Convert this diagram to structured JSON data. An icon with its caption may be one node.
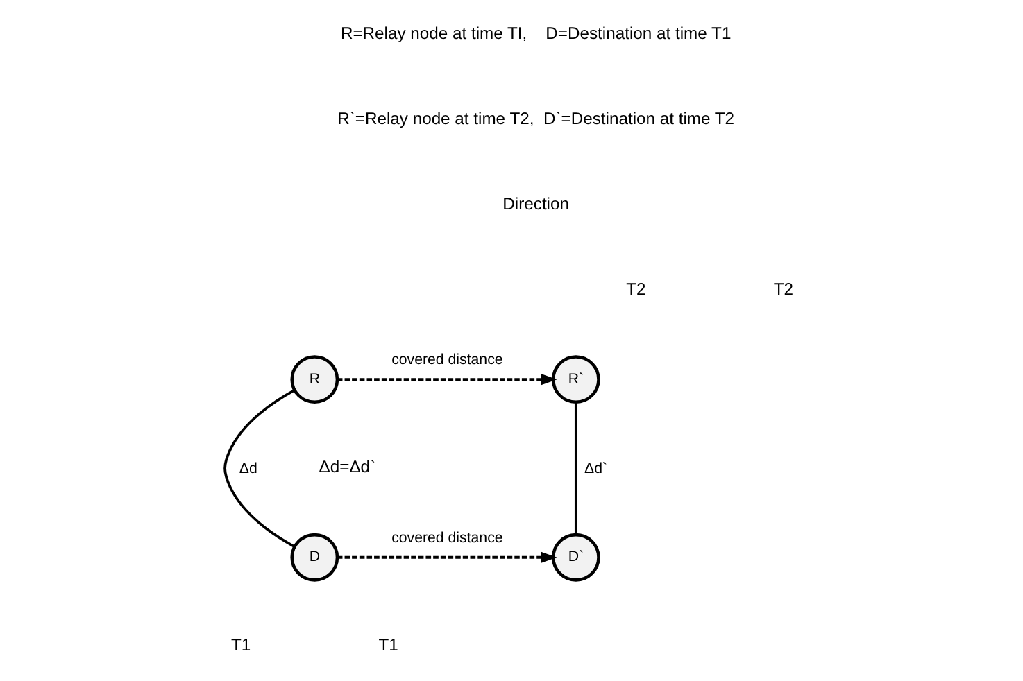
{
  "diagram": {
    "nodes": [
      {
        "text": [
          "R"
        ]
      },
      {
        "text": [
          "R`"
        ]
      },
      {
        "text": [
          "D"
        ]
      },
      {
        "text": [
          "D`"
        ]
      }
    ],
    "edges": [
      {
        "from": 0,
        "to": 1,
        "arrow": "to",
        "style": "dashed",
        "label": "covered distance"
      },
      {
        "from": 2,
        "to": 3,
        "arrow": "to",
        "style": "dashed",
        "label": "covered distance"
      },
      {
        "from": 0,
        "to": 2,
        "arrow": "none",
        "label": "Δd"
      },
      {
        "from": 1,
        "to": 3,
        "arrow": "none",
        "label": "Δd`"
      }
    ],
    "labels": [
      "R=Relay node at time TI,    D=Destination at time T1",
      "R`=Relay node at time T2,  D`=Destination at time T2",
      "Direction",
      "T2",
      "T2",
      "Δd=Δd`",
      "T1",
      "T1"
    ]
  }
}
